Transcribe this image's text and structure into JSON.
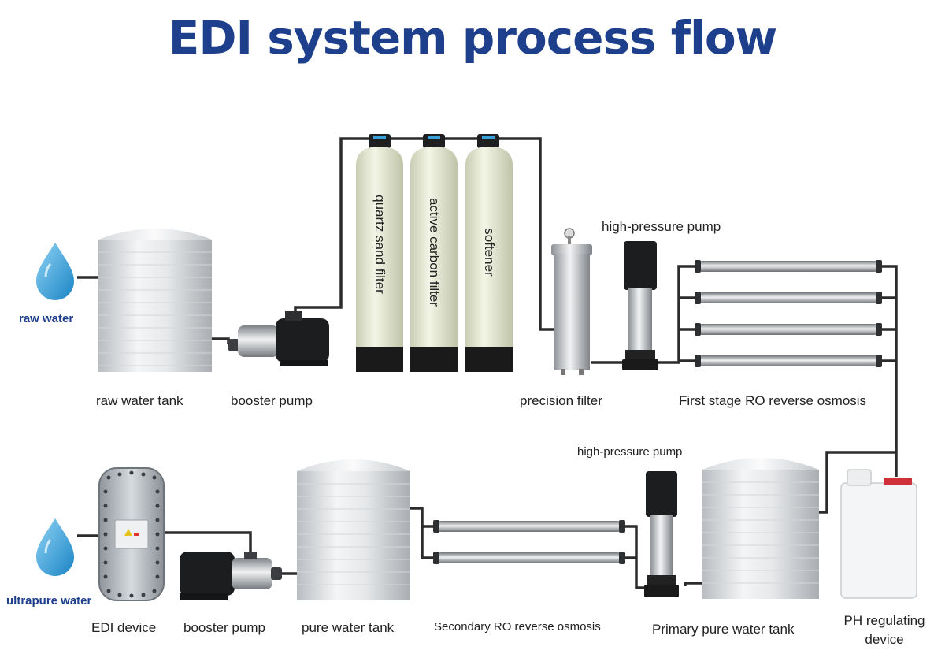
{
  "title": "EDI system process flow",
  "colors": {
    "title": "#1d3f8c",
    "water_label": "#1d3f8c",
    "drop": "#2f9fd8",
    "pipe": "#2b2b2b",
    "pipe_highlight": "#9a9a9a",
    "filter_body": "#e7ebd6",
    "ph_cap": "#d0303a"
  },
  "labels": {
    "raw_water": "raw water",
    "raw_water_tank": "raw water tank",
    "booster_pump_1": "booster pump",
    "quartz_sand_filter": "quartz sand filter",
    "active_carbon_filter": "active carbon filter",
    "softener": "softener",
    "high_pressure_pump_1": "high-pressure pump",
    "precision_filter": "precision filter",
    "first_stage_ro": "First stage RO reverse osmosis",
    "high_pressure_pump_2": "high-pressure pump",
    "ultrapure_water": "ultrapure water",
    "edi_device": "EDI device",
    "booster_pump_2": "booster pump",
    "pure_water_tank": "pure water tank",
    "secondary_ro": "Secondary RO reverse osmosis",
    "primary_pure_water_tank": "Primary pure water tank",
    "ph_device_line1": "PH regulating",
    "ph_device_line2": "device"
  },
  "icons": [
    "water-drop-icon",
    "water-drop-icon"
  ]
}
